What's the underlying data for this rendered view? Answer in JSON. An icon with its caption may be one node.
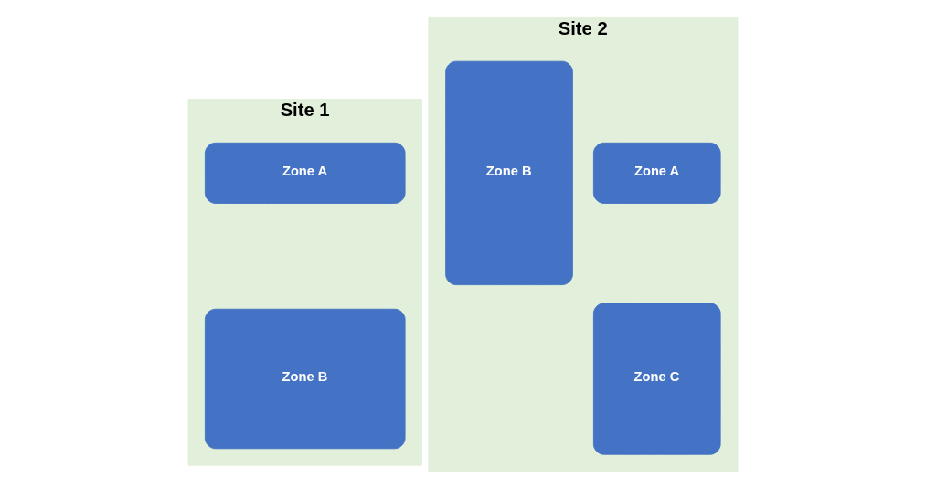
{
  "diagram": {
    "nodes": [
      {
        "text": [
          "Site 1"
        ]
      },
      {
        "text": [
          "Zone A"
        ],
        "in": 0
      },
      {
        "text": [
          "Zone B"
        ],
        "in": 0
      },
      {
        "text": [
          "Site 2"
        ]
      },
      {
        "text": [
          "Zone A"
        ],
        "in": 3
      },
      {
        "text": [
          "Zone C"
        ],
        "in": 3
      },
      {
        "text": [
          "Zone B"
        ],
        "in": 3
      }
    ]
  }
}
